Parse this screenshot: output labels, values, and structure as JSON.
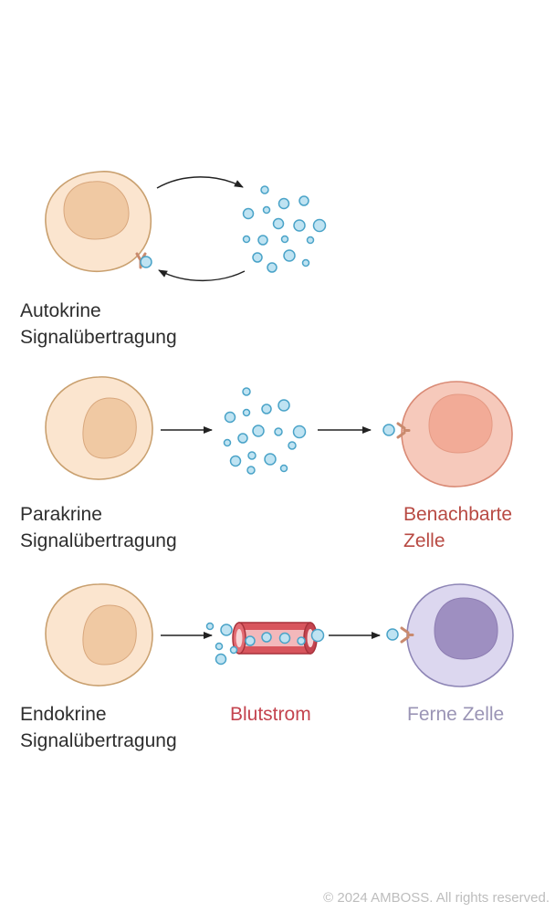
{
  "labels": {
    "autocrine": [
      "Autokrine",
      "Signalübertragung"
    ],
    "paracrine": [
      "Parakrine",
      "Signalübertragung"
    ],
    "neighbor_cell": [
      "Benachbarte",
      "Zelle"
    ],
    "endocrine": [
      "Endokrine",
      "Signalübertragung"
    ],
    "bloodstream": "Blutstrom",
    "distant_cell": "Ferne Zelle"
  },
  "copyright": "© 2024 AMBOSS. All rights reserved.",
  "colors": {
    "signal_cell_fill": "#fbe5cf",
    "signal_cell_stroke": "#c9a06f",
    "signal_nucleus": "#f0c9a3",
    "neighbor_cell_fill": "#f6c9bb",
    "neighbor_cell_stroke": "#d98a75",
    "neighbor_nucleus": "#f2ab97",
    "distant_cell_fill": "#dcd7ef",
    "distant_cell_stroke": "#8e86b6",
    "distant_nucleus": "#9e8fc1",
    "vessel": "#c4444f",
    "molecule_fill": "#bfe3f2",
    "molecule_stroke": "#4aa3c8"
  }
}
